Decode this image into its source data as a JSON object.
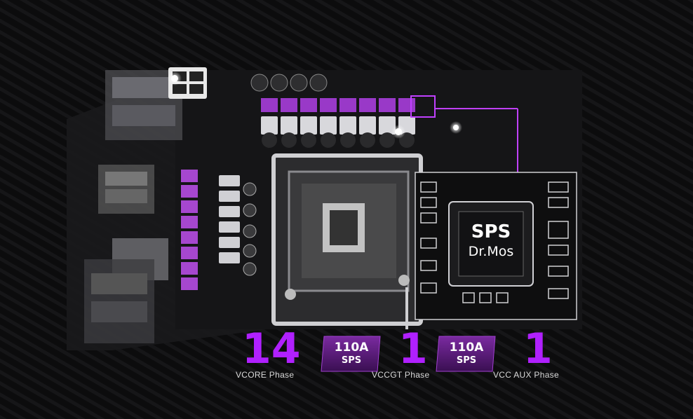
{
  "chip": {
    "line1": "SPS",
    "line2": "Dr.Mos"
  },
  "specs": [
    {
      "value": "14",
      "label": "VCORE Phase"
    },
    {
      "value": "1",
      "label": "VCCGT Phase"
    },
    {
      "value": "1",
      "label": "VCC AUX Phase"
    }
  ],
  "badges": [
    {
      "line1": "110A",
      "line2": "SPS"
    },
    {
      "line1": "110A",
      "line2": "SPS"
    }
  ],
  "colors": {
    "accent": "#b020ff",
    "highlight": "#c040ff",
    "badge_fill": "#5a1a7a"
  }
}
